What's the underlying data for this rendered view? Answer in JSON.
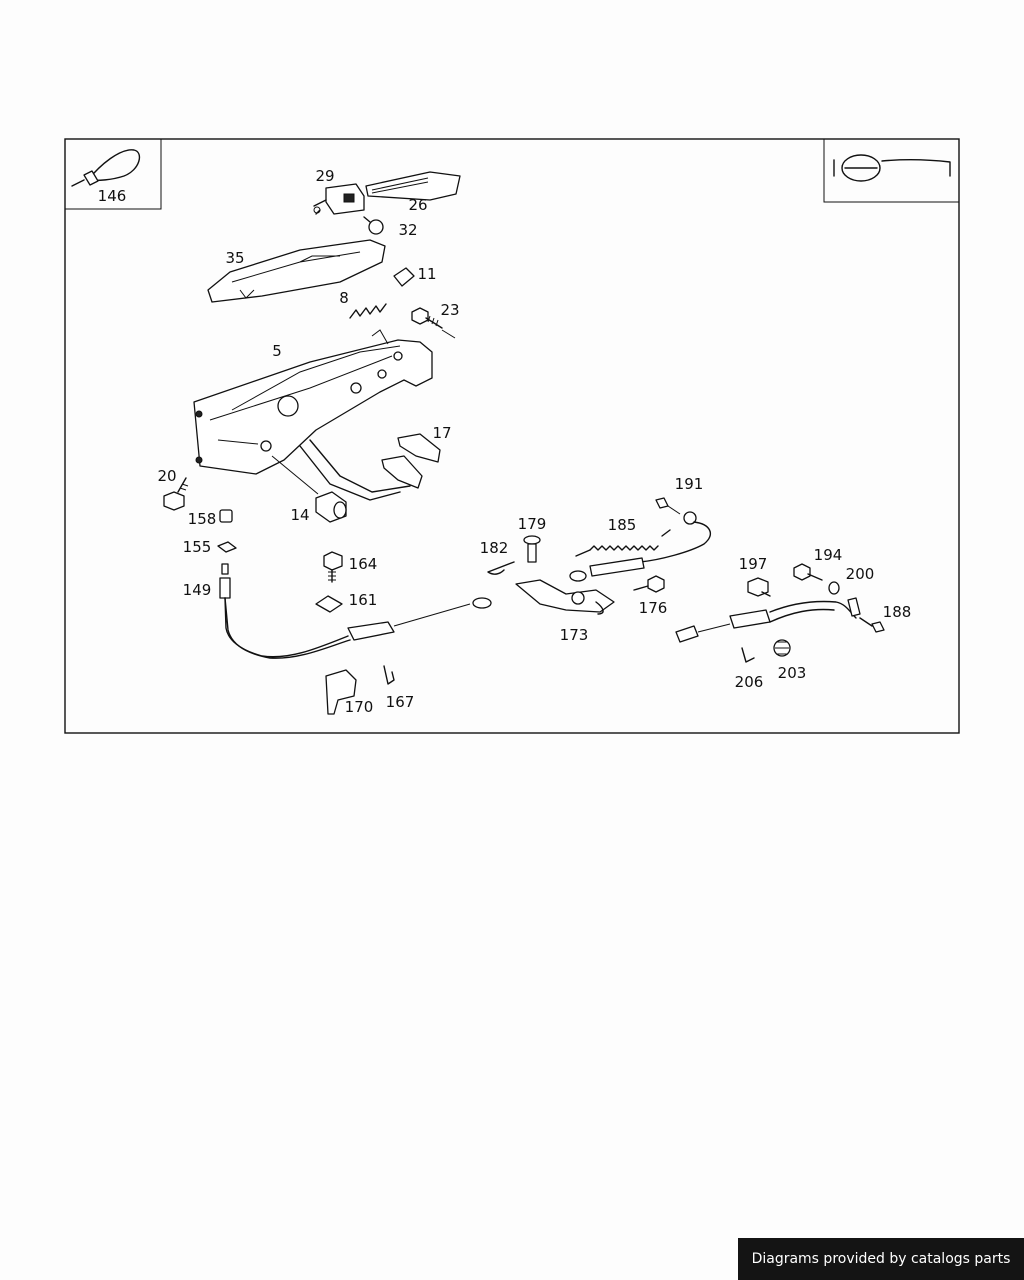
{
  "credit": "Diagrams provided by catalogs parts",
  "callouts": {
    "c146": "146",
    "c29": "29",
    "c26": "26",
    "c32": "32",
    "c35": "35",
    "c11": "11",
    "c8": "8",
    "c23": "23",
    "c5": "5",
    "c17": "17",
    "c20": "20",
    "c158": "158",
    "c14": "14",
    "c155": "155",
    "c149": "149",
    "c164": "164",
    "c161": "161",
    "c170": "170",
    "c167": "167",
    "c182": "182",
    "c179": "179",
    "c185": "185",
    "c191": "191",
    "c173": "173",
    "c176": "176",
    "c197": "197",
    "c194": "194",
    "c200": "200",
    "c188": "188",
    "c206": "206",
    "c203": "203"
  },
  "icons": {
    "inset_left": "cable-tie-icon",
    "inset_right": "steering-wheel-icon"
  }
}
